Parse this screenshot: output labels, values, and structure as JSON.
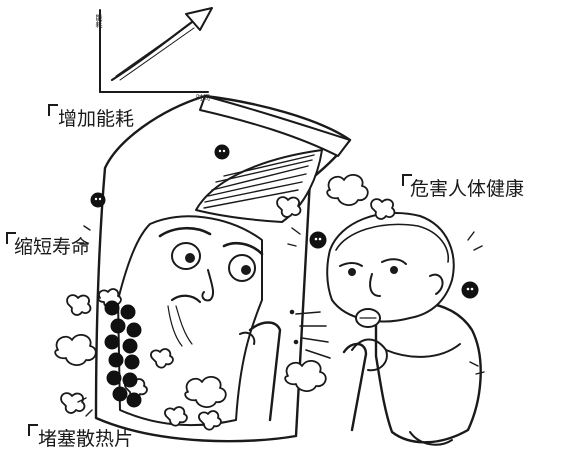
{
  "labels": {
    "increase_energy": "增加能耗",
    "shorten_life": "缩短寿命",
    "harm_health": "危害人体健康",
    "block_heat": "堵塞散热片"
  },
  "mini_chart": {
    "ylabel": "能耗",
    "xlabel": "时间"
  },
  "colors": {
    "ink": "#1a1a1a",
    "dust": "#111111",
    "background": "#ffffff"
  }
}
